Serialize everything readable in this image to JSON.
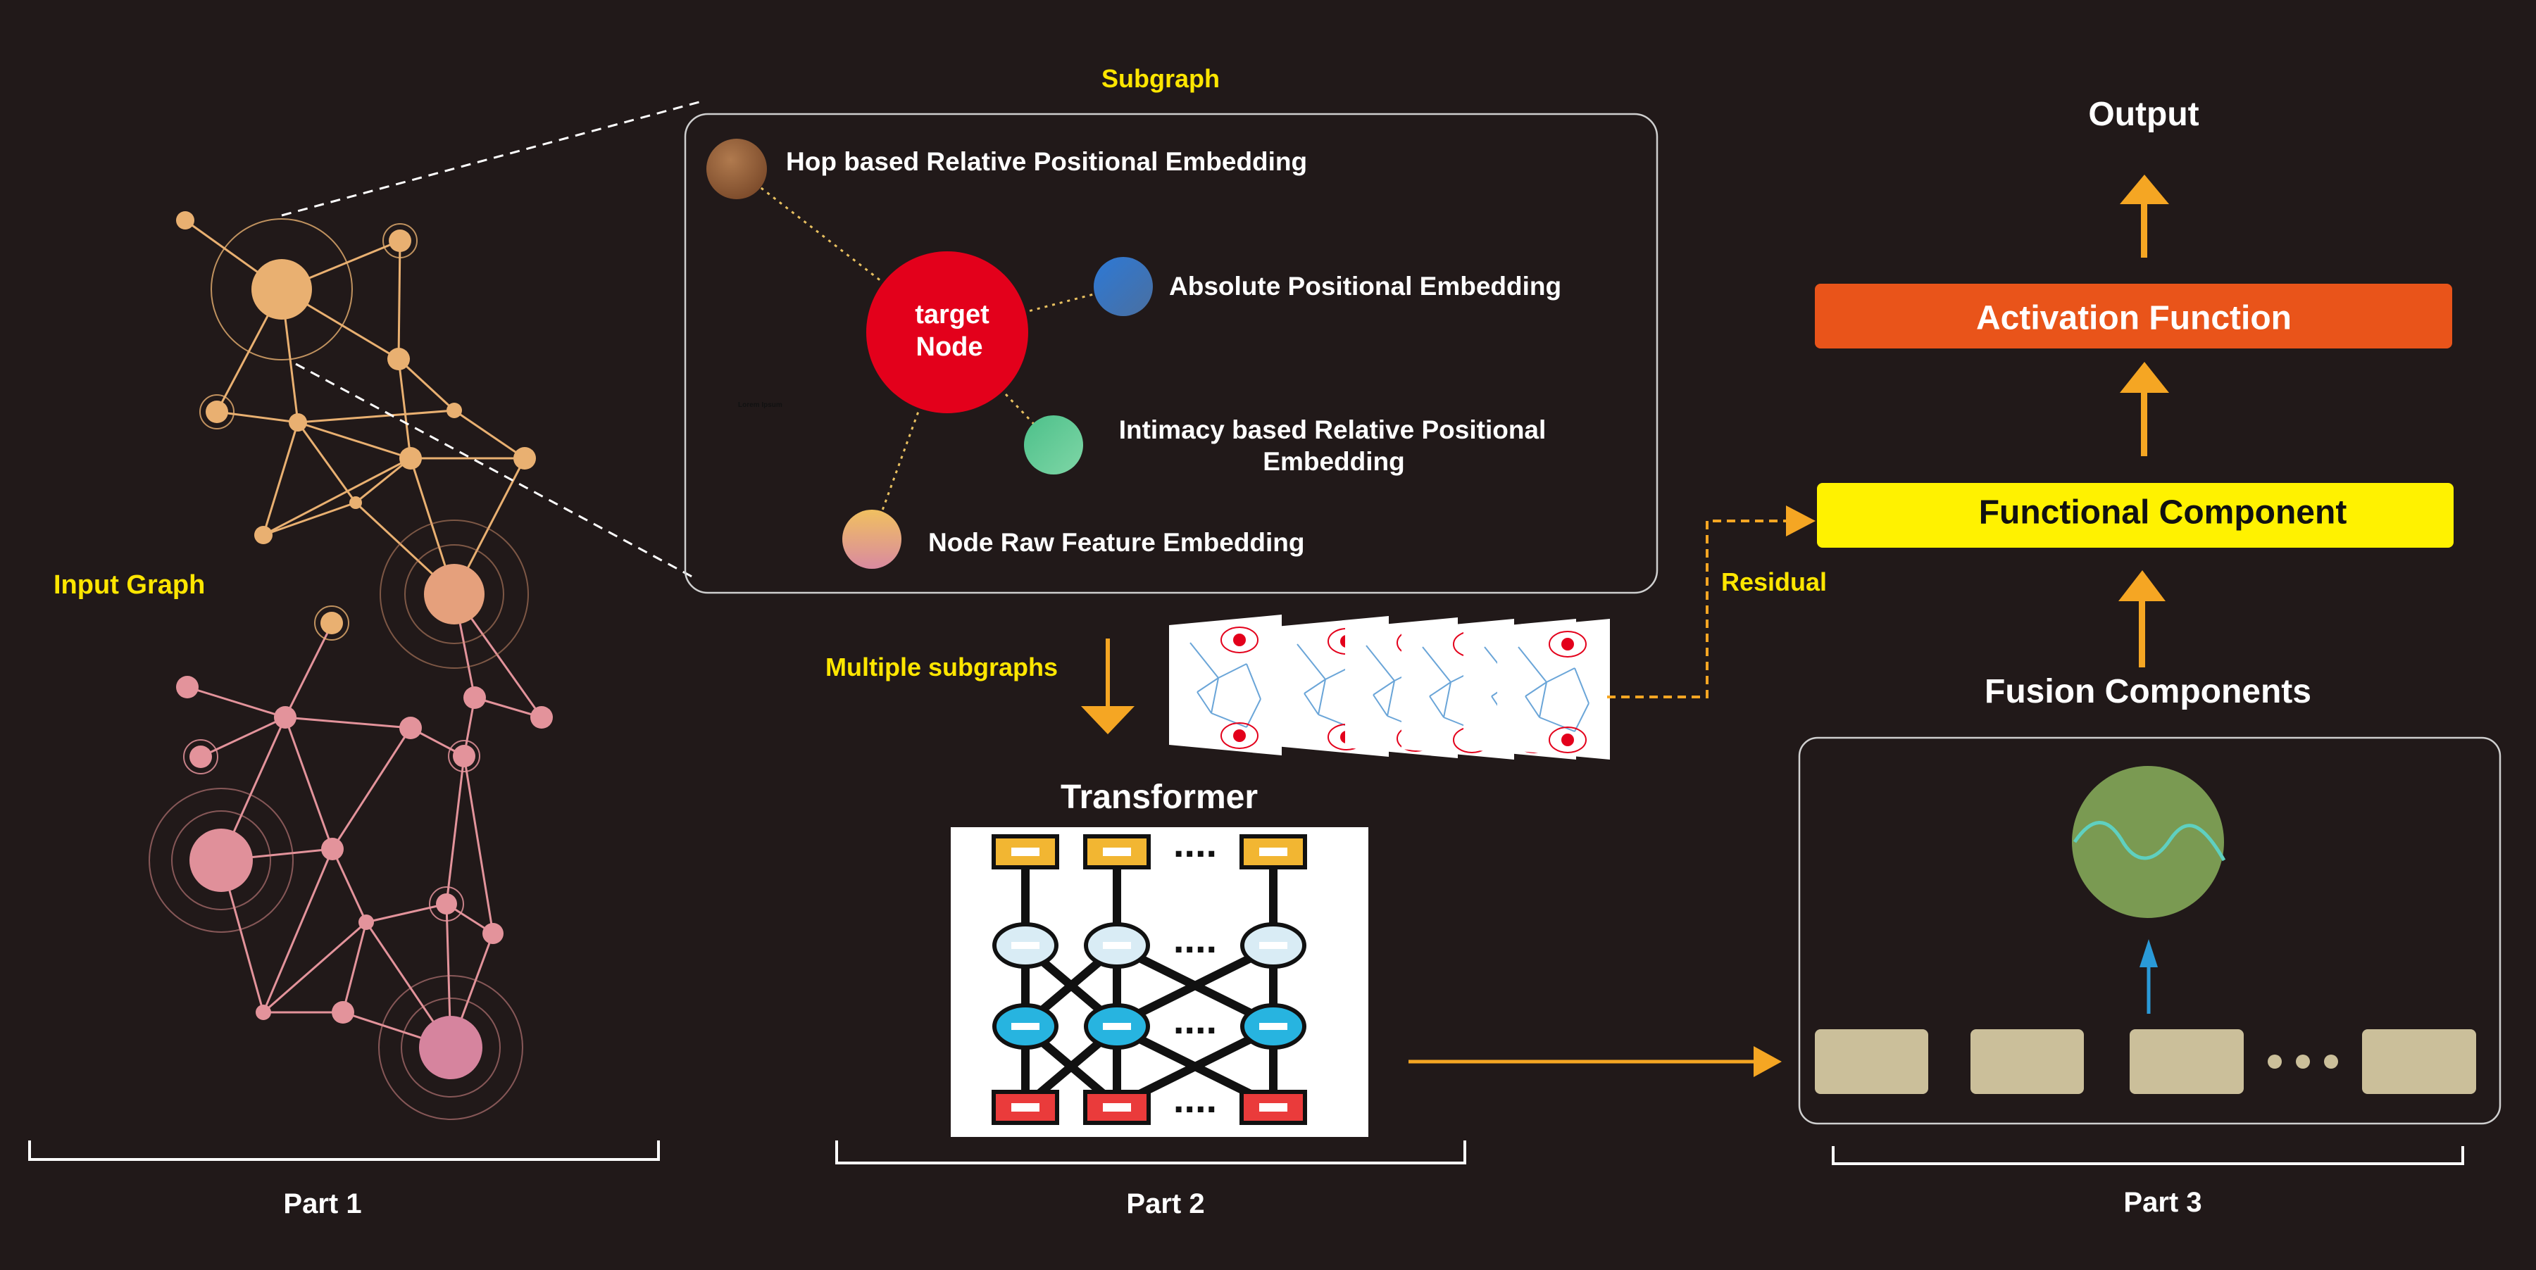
{
  "diagram": {
    "input_graph_label": "Input Graph",
    "subgraph_label": "Subgraph",
    "subgraph_panel": {
      "target_node_line1": "target",
      "target_node_line2": "Node",
      "hop_embedding": "Hop based Relative Positional Embedding",
      "absolute_embedding": "Absolute Positional Embedding",
      "intimacy_line1": "Intimacy based Relative Positional",
      "intimacy_line2": "Embedding",
      "raw_feature_embedding": "Node Raw Feature Embedding",
      "tiny_text": "Lorem Ipsum"
    },
    "multiple_subgraphs_label": "Multiple subgraphs",
    "transformer_label": "Transformer",
    "ellipsis": "....",
    "residual_label": "Residual",
    "output_label": "Output",
    "activation_function_label": "Activation Function",
    "functional_component_label": "Functional Component",
    "fusion_components_label": "Fusion Components",
    "part1_label": "Part 1",
    "part2_label": "Part 2",
    "part3_label": "Part 3",
    "colors": {
      "background": "#211919",
      "yellow_label": "#ffe600",
      "orange_arrow": "#f5a623",
      "activation_bar": "#e9541a",
      "functional_bar": "#fff200",
      "target_node": "#e3001b",
      "fusion_circle": "#7a9a52",
      "fusion_box": "#cbbf9a"
    }
  }
}
